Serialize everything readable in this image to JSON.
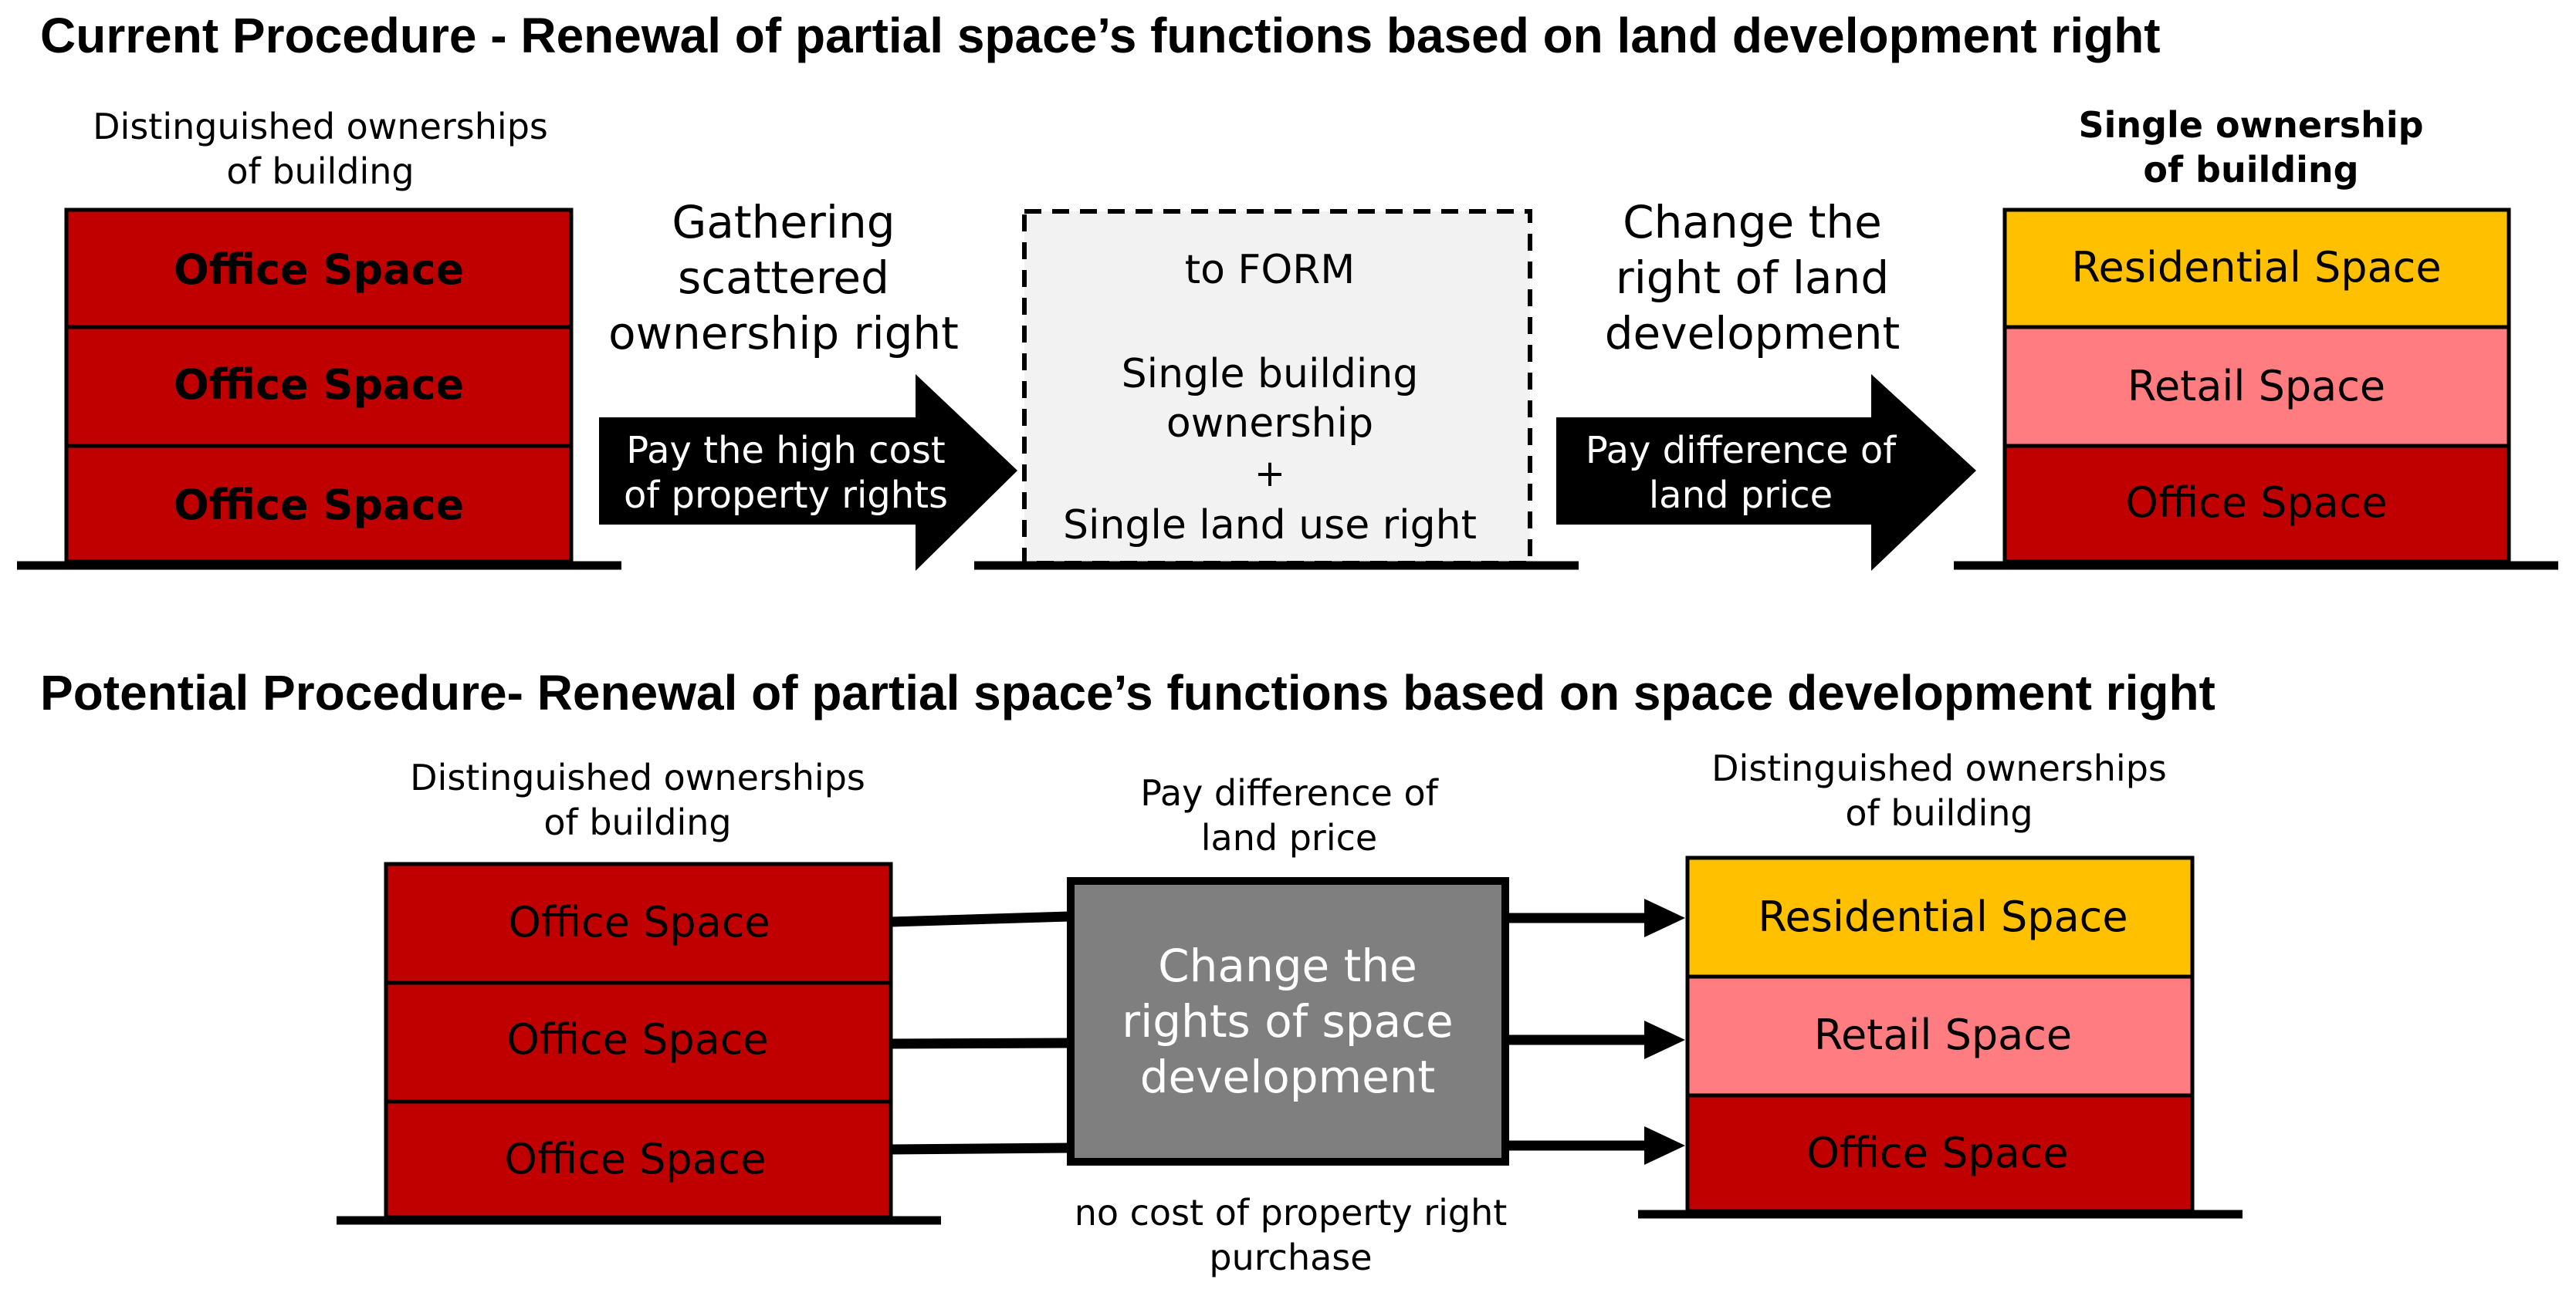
{
  "top": {
    "title": "Current Procedure - Renewal of partial space’s functions based on land development right",
    "left_building": {
      "caption": [
        "Distinguished ownerships",
        "of building"
      ],
      "floors": [
        "Office Space",
        "Office Space",
        "Office Space"
      ]
    },
    "arrow1": {
      "above": [
        "Gathering",
        "scattered",
        "ownership right"
      ],
      "inside": [
        "Pay the high cost",
        "of property rights"
      ]
    },
    "middle_box": {
      "line1": "to FORM",
      "lines": [
        "Single building",
        "ownership",
        "+",
        "Single land use right"
      ]
    },
    "arrow2": {
      "above": [
        "Change the",
        "right of land",
        "development"
      ],
      "inside": [
        "Pay difference of",
        "land price"
      ]
    },
    "right_building": {
      "caption": [
        "Single ownership",
        "of building"
      ],
      "floors": [
        "Residential Space",
        "Retail Space",
        "Office Space"
      ]
    }
  },
  "bottom": {
    "title": "Potential Procedure- Renewal of partial space’s functions based on space development right",
    "left_building": {
      "caption": [
        "Distinguished ownerships",
        "of building"
      ],
      "floors": [
        "Office Space",
        "Office Space",
        "Office Space"
      ]
    },
    "center_above": [
      "Pay difference of",
      "land price"
    ],
    "center_box": [
      "Change the",
      "rights of space",
      "development"
    ],
    "center_below": [
      "no cost of property  right",
      "purchase"
    ],
    "right_building": {
      "caption": [
        "Distinguished ownerships",
        "of building"
      ],
      "floors": [
        "Residential Space",
        "Retail Space",
        "Office Space"
      ]
    }
  },
  "colors": {
    "office": "#c00000",
    "residential": "#ffc000",
    "retail": "#ff7c80",
    "gray_box": "#7f7f7f",
    "light_box": "#f2f2f2"
  }
}
